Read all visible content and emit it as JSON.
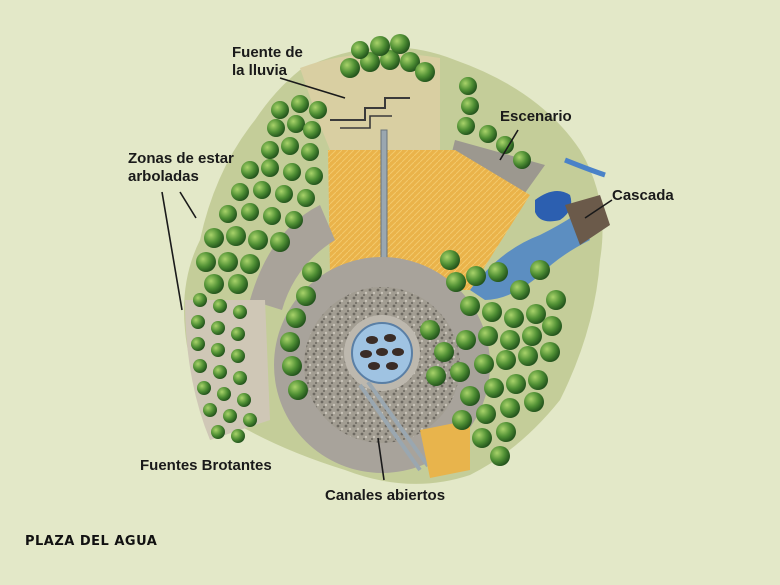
{
  "labels": {
    "fuente_lluvia": "Fuente de\nla lluvia",
    "escenario": "Escenario",
    "zonas_estar": "Zonas de estar\narboladas",
    "cascada": "Cascada",
    "fuentes_brotantes": "Fuentes Brotantes",
    "canales_abiertos": "Canales abiertos"
  },
  "caption": "PLAZA DEL AGUA",
  "colors": {
    "background": "#e3e8c8",
    "paving": "#a9a39a",
    "sand": "#e8b44c",
    "lawn": "#d8cfa4",
    "tree": "#3f7d2c",
    "water": "#4a82c8",
    "gravel": "#8f8a80"
  }
}
